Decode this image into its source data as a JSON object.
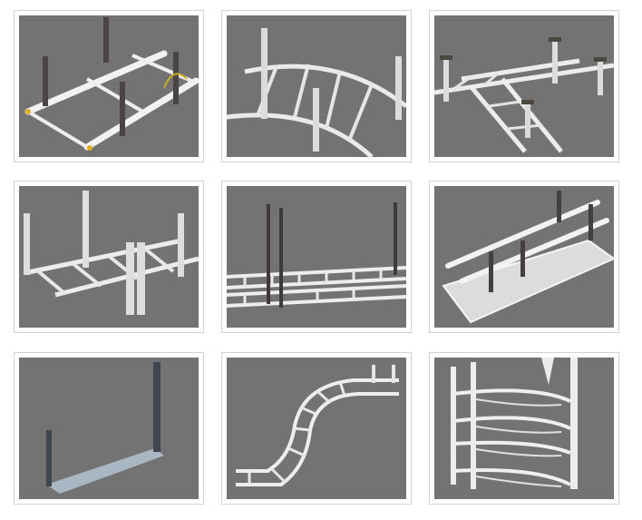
{
  "gallery": {
    "background": "#737373",
    "items": [
      {
        "image": "cable-ladder-with-round-pipes-image"
      },
      {
        "image": "cable-ladder-horizontal-bend-image"
      },
      {
        "image": "cable-ladder-tee-image"
      },
      {
        "image": "cable-ladder-with-support-posts-image"
      },
      {
        "image": "double-cable-ladder-suspended-image"
      },
      {
        "image": "cable-ladder-over-tray-image"
      },
      {
        "image": "u-shaped-support-bracket-image"
      },
      {
        "image": "cable-ladder-vertical-bend-image"
      },
      {
        "image": "circular-cable-ladder-rack-image"
      }
    ]
  }
}
